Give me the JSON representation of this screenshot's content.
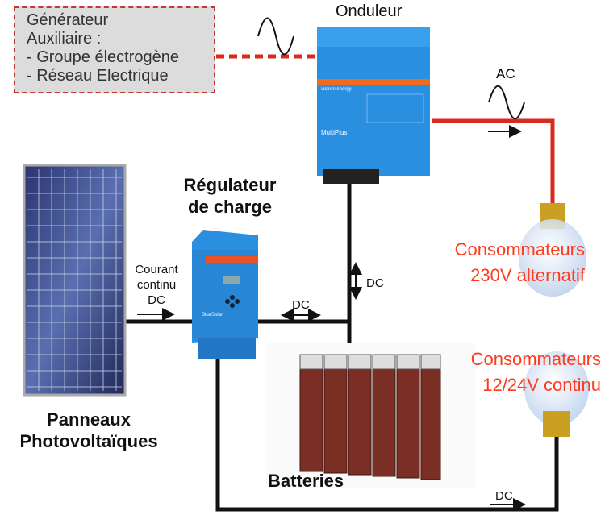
{
  "generator": {
    "lines": [
      "Générateur",
      "Auxiliaire :",
      "- Groupe électrogène",
      "- Réseau Electrique"
    ]
  },
  "inverter": {
    "title": "Onduleur",
    "brand": "victron energy",
    "model": "MultiPlus"
  },
  "ac_label": "AC",
  "consumers_ac": {
    "line1": "Consommateurs",
    "line2": "230V alternatif"
  },
  "consumers_dc": {
    "line1": "Consommateurs",
    "line2": "12/24V continu"
  },
  "regulator": {
    "title_line1": "Régulateur",
    "title_line2": "de charge",
    "model": "BlueSolar"
  },
  "panel_to_regulator": {
    "line1": "Courant",
    "line2": "continu",
    "line3": "DC"
  },
  "dc_labels": {
    "vertical": "DC",
    "horizontal": "DC",
    "bottom": "DC"
  },
  "panels": {
    "line1": "Panneaux",
    "line2": "Photovoltaïques"
  },
  "batteries": {
    "label": "Batteries"
  },
  "colors": {
    "ac_wire": "#d62b1e",
    "dc_wire": "#111111",
    "device_blue": "#2b8fe0",
    "consumer_text": "#ff3b1f"
  }
}
